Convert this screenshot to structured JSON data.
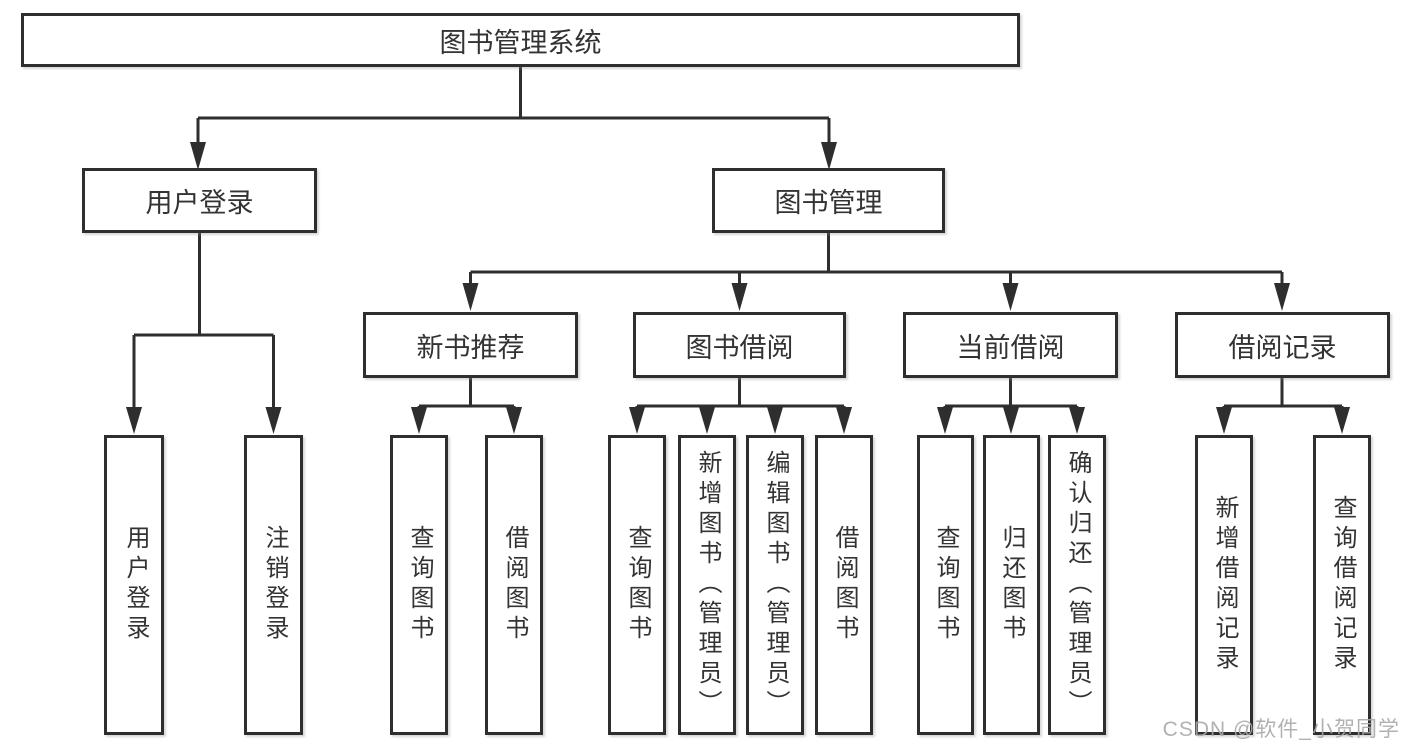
{
  "colors": {
    "line": "#2e2e2e",
    "text": "#333333",
    "box_fill": "#ffffff",
    "watermark": "#a8a8a8",
    "background": "#ffffff"
  },
  "tree": {
    "root": "图书管理系统",
    "branches": [
      {
        "label": "用户登录",
        "children": [
          "用户登录",
          "注销登录"
        ]
      },
      {
        "label": "图书管理",
        "groups": [
          {
            "label": "新书推荐",
            "children": [
              "查询图书",
              "借阅图书"
            ]
          },
          {
            "label": "图书借阅",
            "children": [
              "查询图书",
              "新增图书（管理员）",
              "编辑图书（管理员）",
              "借阅图书"
            ]
          },
          {
            "label": "当前借阅",
            "children": [
              "查询图书",
              "归还图书",
              "确认归还（管理员）"
            ]
          },
          {
            "label": "借阅记录",
            "children": [
              "新增借阅记录",
              "查询借阅记录"
            ]
          }
        ]
      }
    ]
  },
  "watermark": "CSDN @软件_小贺同学"
}
